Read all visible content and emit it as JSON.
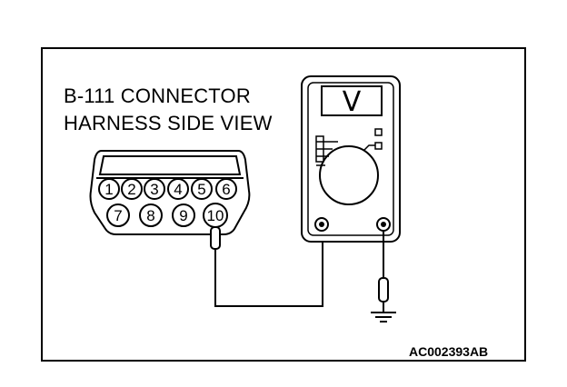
{
  "diagram": {
    "title_line1": "B-111 CONNECTOR",
    "title_line2": "HARNESS SIDE VIEW",
    "figure_code": "AC002393AB",
    "connector": {
      "pins_top": [
        "1",
        "2",
        "3",
        "4",
        "5",
        "6"
      ],
      "pins_bottom": [
        "7",
        "8",
        "9",
        "10"
      ]
    },
    "meter": {
      "unit_symbol": "V"
    }
  },
  "colors": {
    "ink": "#000000",
    "background": "#ffffff"
  }
}
